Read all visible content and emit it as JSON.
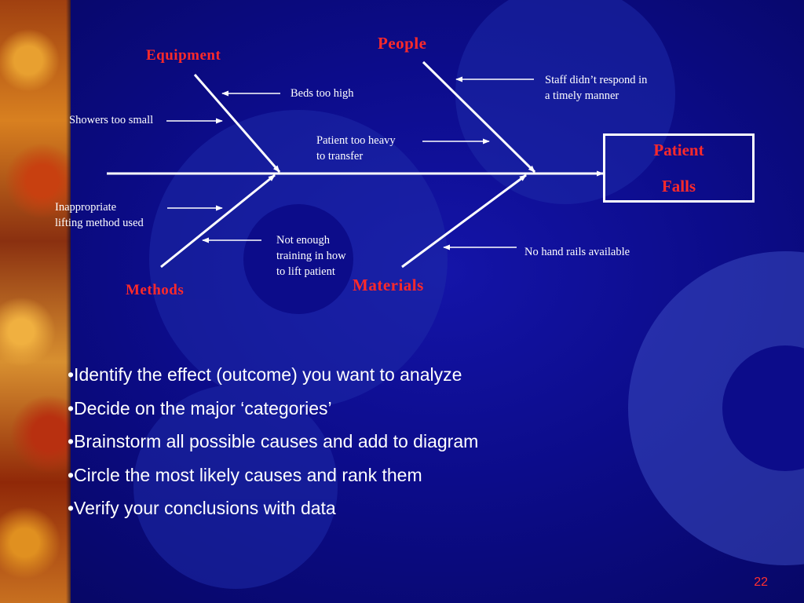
{
  "diagram": {
    "effect": {
      "line1": "Patient",
      "line2": "Falls"
    },
    "categories": {
      "equipment": "Equipment",
      "people": "People",
      "methods": "Methods",
      "materials": "Materials"
    },
    "causes": {
      "beds_too_high": "Beds too high",
      "showers_too_small": "Showers too small",
      "staff_line1": "Staff didn’t respond in",
      "staff_line2": "a timely manner",
      "heavy_line1": "Patient too heavy",
      "heavy_line2": "to transfer",
      "lifting_line1": "Inappropriate",
      "lifting_line2": "lifting method used",
      "training_line1": "Not enough",
      "training_line2": "training in how",
      "training_line3": "to lift patient",
      "hand_rails": "No hand rails available"
    }
  },
  "steps": [
    "•Identify the effect (outcome) you want to analyze",
    "•Decide on the major ‘categories’",
    "•Brainstorm all possible causes and add to diagram",
    "•Circle the most likely causes and rank them",
    "•Verify your conclusions with data"
  ],
  "page_number": "22",
  "colors": {
    "background": "#0c0c8a",
    "category_text": "#ff2a2a",
    "lines": "#ffffff",
    "page_number": "#ff3030"
  }
}
